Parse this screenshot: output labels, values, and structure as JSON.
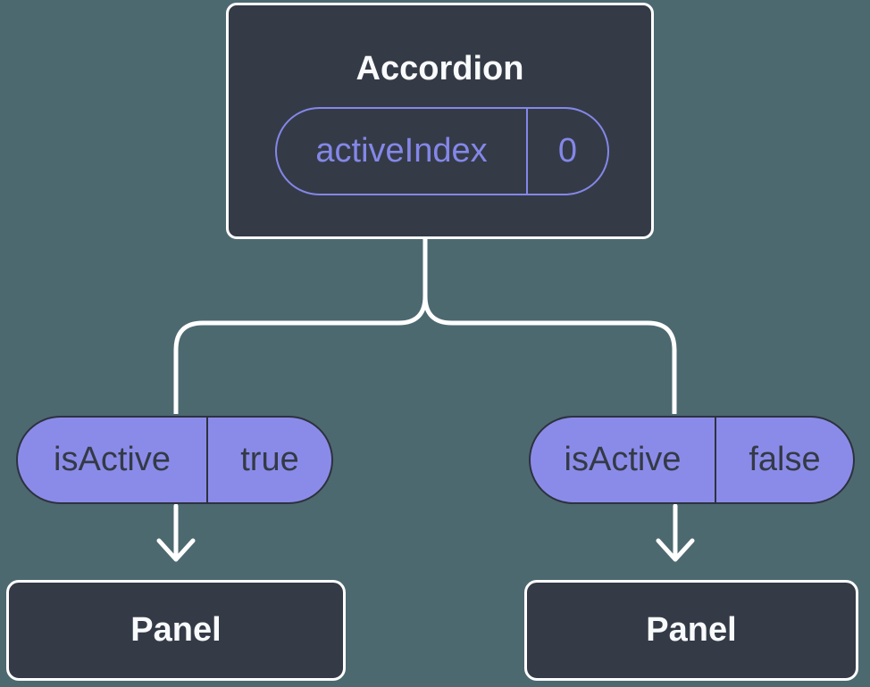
{
  "diagram": {
    "type": "component-state-tree",
    "colors": {
      "background": "#4d6970",
      "node_fill": "#343b47",
      "node_border": "#ffffff",
      "accent_purple": "#8487e8",
      "prop_pill_fill": "#8a8be9",
      "prop_pill_border": "#2d323e",
      "connector": "#ffffff"
    },
    "root": {
      "title": "Accordion",
      "state": {
        "name": "activeIndex",
        "value": "0"
      }
    },
    "props": [
      {
        "name": "isActive",
        "value": "true"
      },
      {
        "name": "isActive",
        "value": "false"
      }
    ],
    "panels": [
      {
        "title": "Panel"
      },
      {
        "title": "Panel"
      }
    ]
  }
}
